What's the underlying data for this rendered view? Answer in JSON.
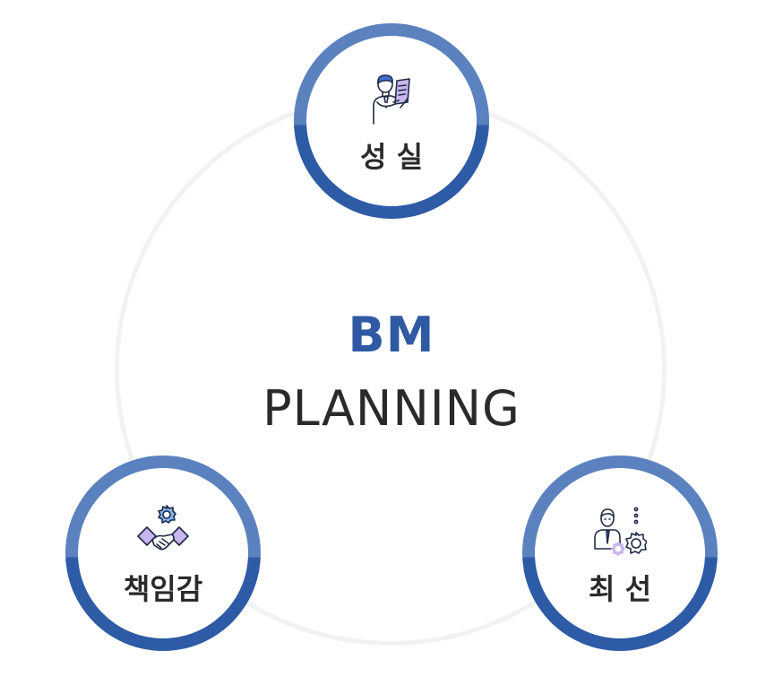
{
  "center": {
    "line1": "BM",
    "line2": "PLANNING"
  },
  "nodes": {
    "top": {
      "label": "성 실",
      "icon": "businessman-document-icon"
    },
    "left": {
      "label": "책임감",
      "icon": "handshake-gear-icon"
    },
    "right": {
      "label": "최 선",
      "icon": "businessman-gears-icon"
    }
  },
  "colors": {
    "ring_light": "#5b82bf",
    "ring_dark": "#2e5ba5",
    "accent_blue": "#2f5aa3",
    "text_dark": "#2a2a2a",
    "outer_ring": "#f2f2f3",
    "icon_purple": "#c8b6ef"
  }
}
